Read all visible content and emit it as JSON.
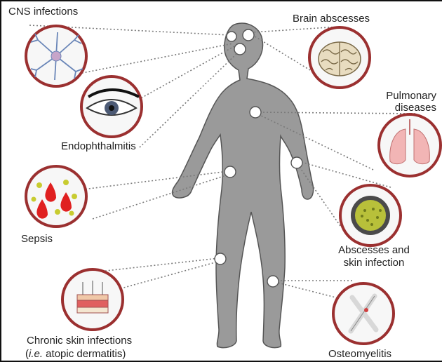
{
  "labels": {
    "cns": "CNS infections",
    "brain": "Brain abscesses",
    "pulmonary_1": "Pulmonary",
    "pulmonary_2": "diseases",
    "endophthalmitis": "Endophthalmitis",
    "sepsis": "Sepsis",
    "abscesses_1": "Abscesses and",
    "abscesses_2": "skin infection",
    "chronic_1": "Chronic skin infections",
    "chronic_2_italic": "i.e.",
    "chronic_2_rest": " atopic dermatitis)",
    "chronic_2_open": "(",
    "osteomyelitis": "Osteomyelitis"
  },
  "icons": [
    "neuron-icon",
    "brain-icon",
    "lungs-icon",
    "eye-icon",
    "blood-cells-icon",
    "abscess-icon",
    "skin-layers-icon",
    "bone-icon"
  ],
  "colors": {
    "body": "#9a9a9a",
    "circle_ring": "#9b3030",
    "line": "#7a7a7a"
  }
}
